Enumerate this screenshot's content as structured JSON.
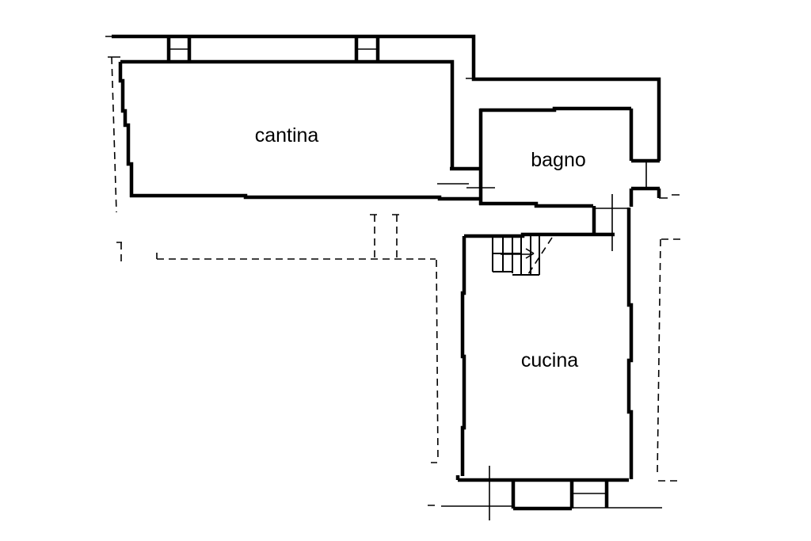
{
  "document": {
    "type": "floor-plan"
  },
  "colors": {
    "line": "#000000",
    "background": "#ffffff"
  },
  "rooms": [
    {
      "id": "cantina",
      "label": "cantina"
    },
    {
      "id": "bagno",
      "label": "bagno"
    },
    {
      "id": "cucina",
      "label": "cucina"
    }
  ]
}
